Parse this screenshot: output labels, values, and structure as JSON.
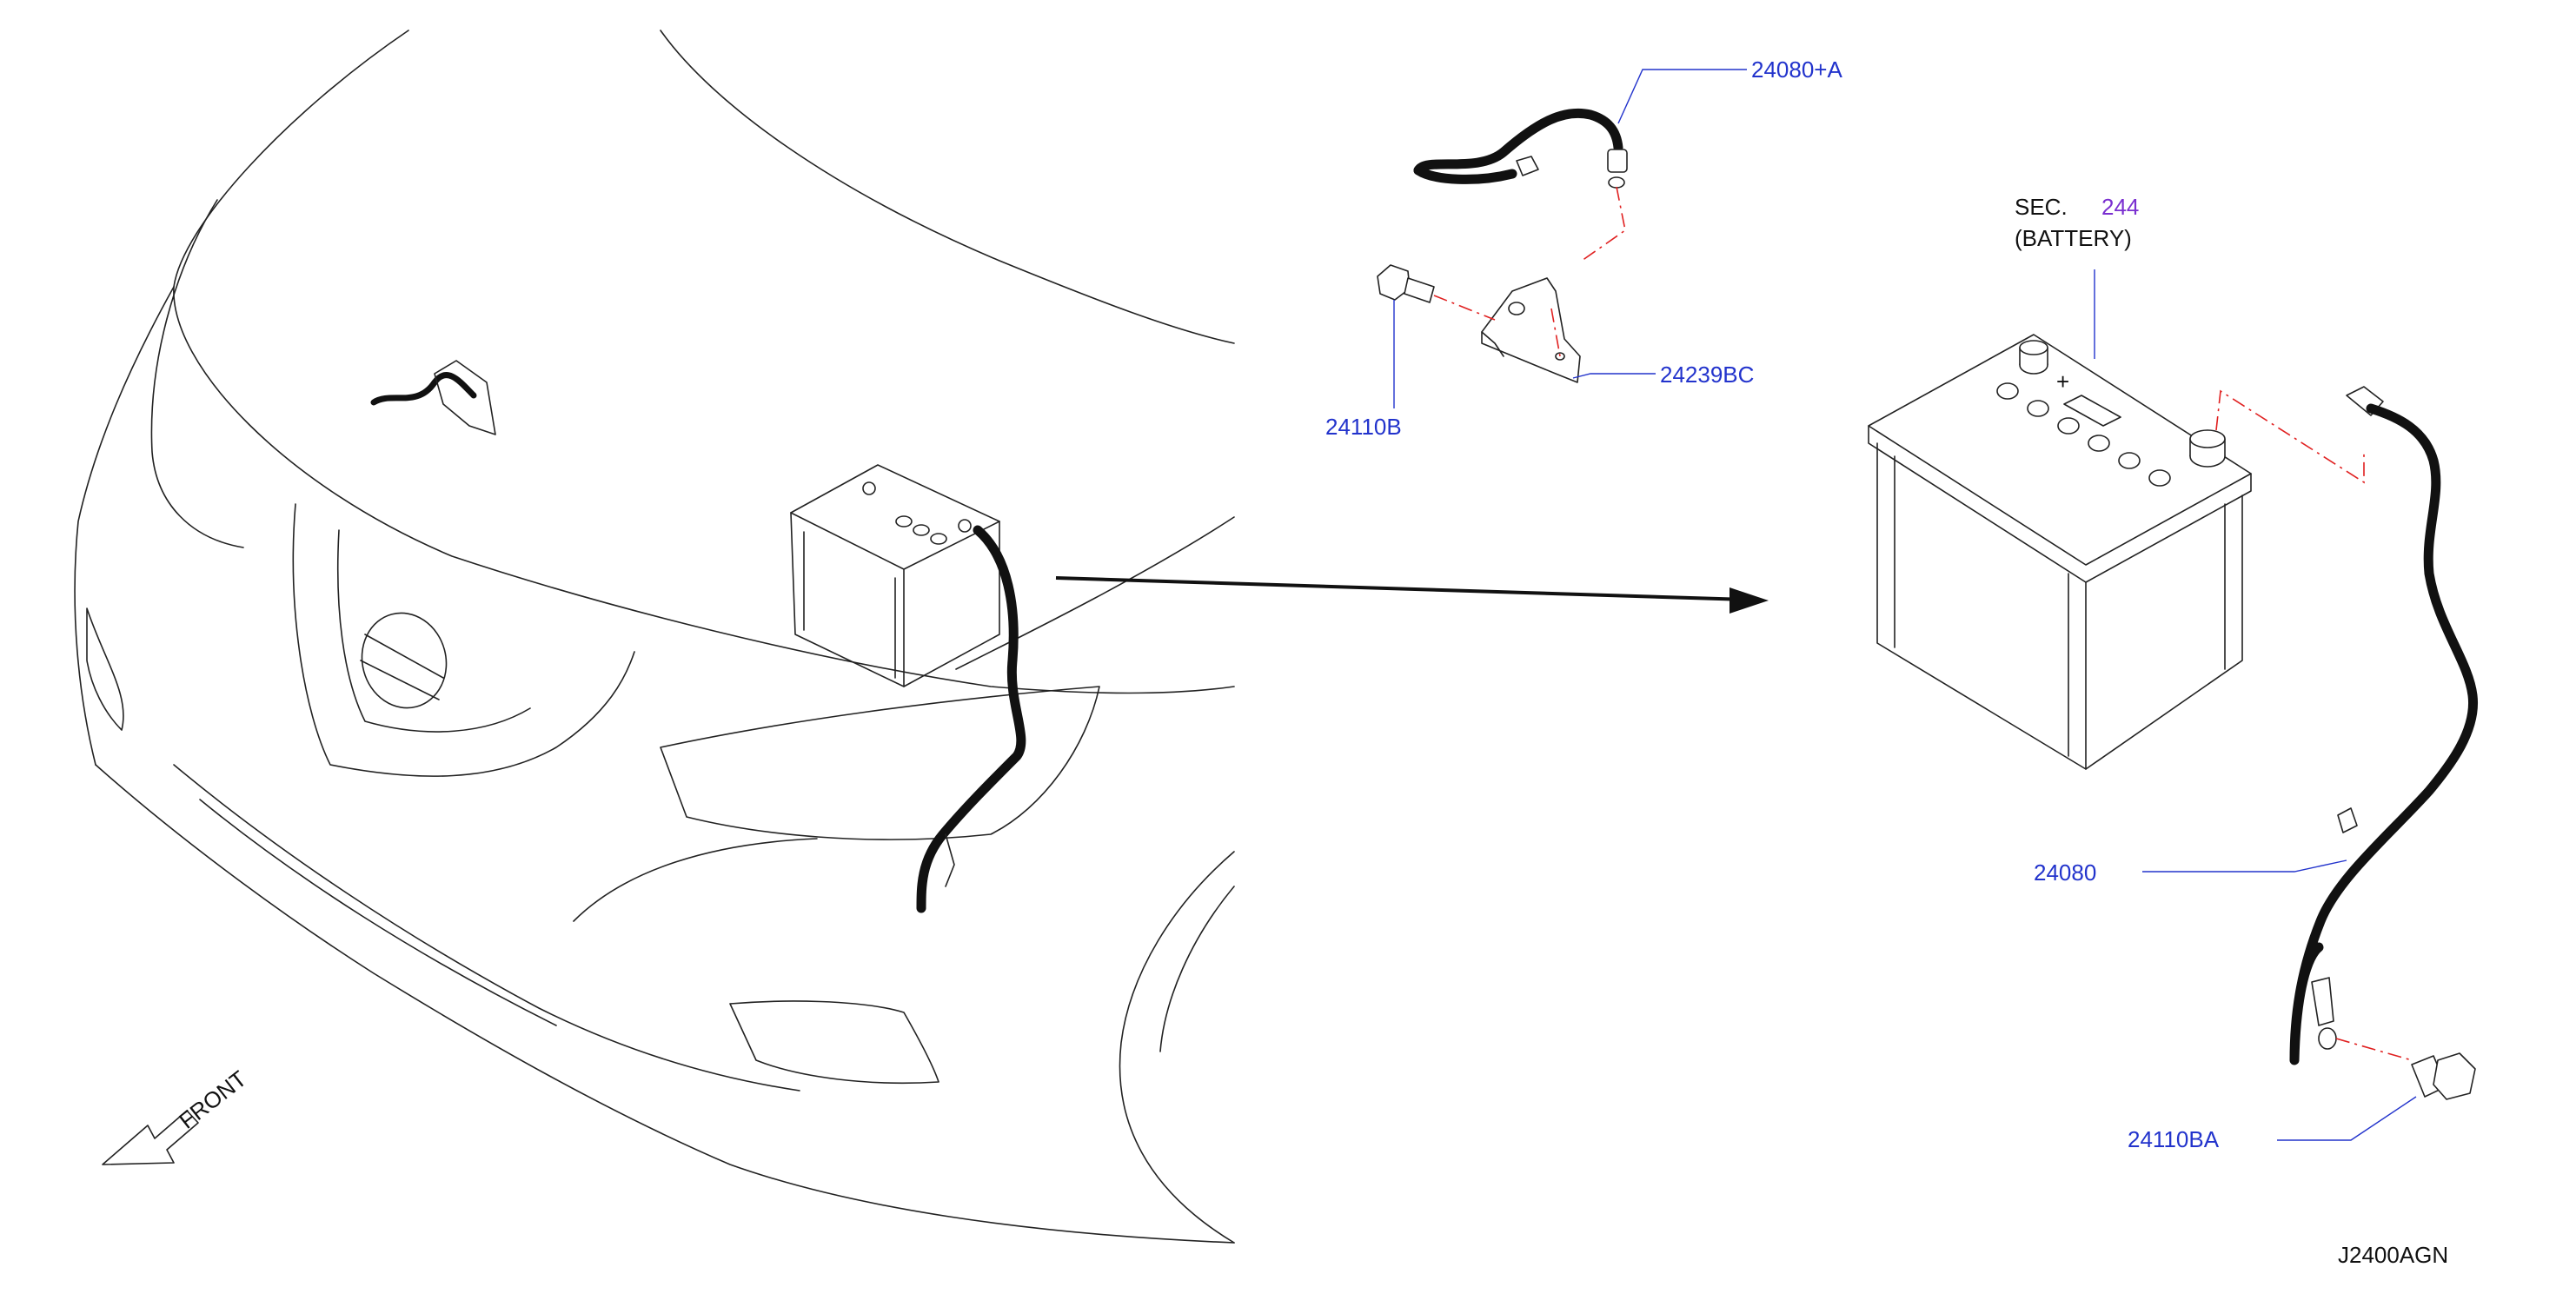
{
  "diagram": {
    "figure_code": "J2400AGN",
    "orientation_label": "FRONT",
    "callouts": {
      "positive_cable": "24080+A",
      "bracket": "24239BC",
      "bracket_bolt": "24110B",
      "negative_cable": "24080",
      "ground_bolt": "24110BA"
    },
    "section_reference": {
      "prefix": "SEC.",
      "number": "244",
      "name": "(BATTERY)"
    }
  }
}
